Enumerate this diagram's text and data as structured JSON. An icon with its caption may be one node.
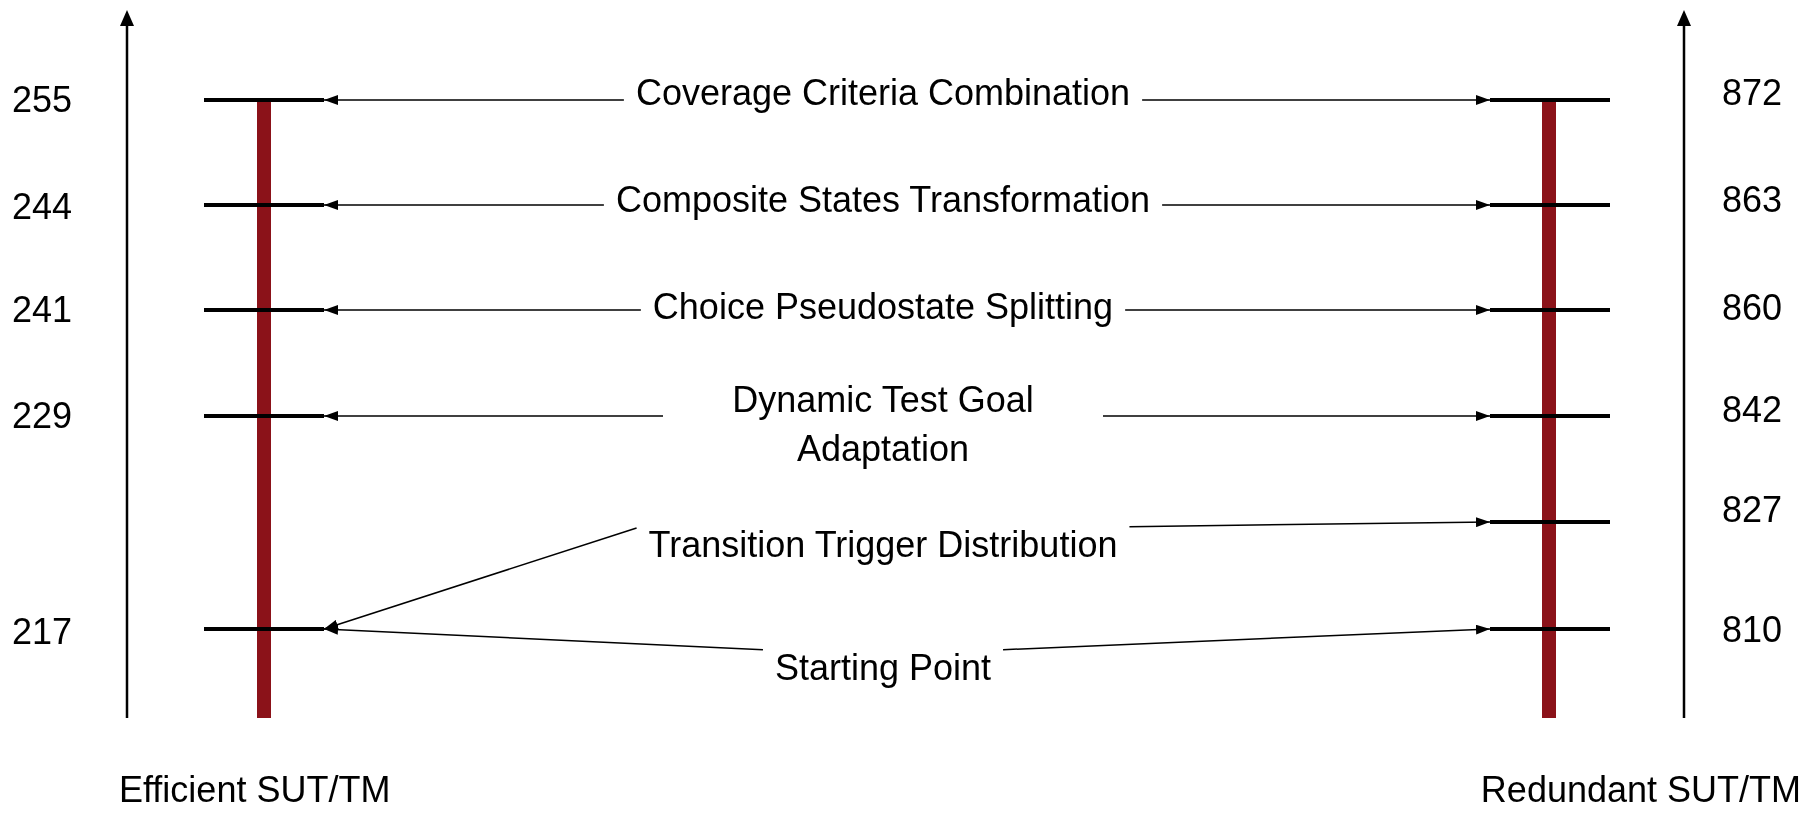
{
  "diagram": {
    "nodes": [
      {
        "text": [],
        "shape": "bar",
        "beside": [
          "255"
        ]
      },
      {
        "text": [],
        "shape": "bar",
        "beside": [
          "244"
        ]
      },
      {
        "text": [],
        "shape": "bar",
        "beside": [
          "241"
        ]
      },
      {
        "text": [],
        "shape": "bar",
        "beside": [
          "229"
        ]
      },
      {
        "text": [],
        "shape": "bar",
        "beside": [
          "217"
        ]
      },
      {
        "text": [
          "Coverage Criteria Combination"
        ]
      },
      {
        "text": [
          "Composite States Transformation"
        ]
      },
      {
        "text": [
          "Choice Pseudostate Splitting"
        ]
      },
      {
        "text": [
          "Dynamic Test Goal Adaptation"
        ]
      },
      {
        "text": [
          "Transition Trigger Distribution"
        ]
      },
      {
        "text": [
          "Starting Point"
        ]
      },
      {
        "text": [],
        "shape": "bar",
        "beside": [
          "872"
        ]
      },
      {
        "text": [],
        "shape": "bar",
        "beside": [
          "863"
        ]
      },
      {
        "text": [],
        "shape": "bar",
        "beside": [
          "860"
        ]
      },
      {
        "text": [],
        "shape": "bar",
        "beside": [
          "842"
        ]
      },
      {
        "text": [],
        "shape": "bar",
        "beside": [
          "827"
        ]
      },
      {
        "text": [],
        "shape": "bar",
        "beside": [
          "810"
        ]
      },
      {
        "text": [],
        "shape": "bar"
      },
      {
        "text": [],
        "shape": "bar"
      }
    ],
    "edges": [
      {
        "from": 5,
        "to": 0,
        "arrow": "to"
      },
      {
        "from": 5,
        "to": 11,
        "arrow": "to"
      },
      {
        "from": 6,
        "to": 1,
        "arrow": "to"
      },
      {
        "from": 6,
        "to": 12,
        "arrow": "to"
      },
      {
        "from": 7,
        "to": 2,
        "arrow": "to"
      },
      {
        "from": 7,
        "to": 13,
        "arrow": "to"
      },
      {
        "from": 8,
        "to": 3,
        "arrow": "to"
      },
      {
        "from": 8,
        "to": 14,
        "arrow": "to"
      },
      {
        "from": 9,
        "to": 4,
        "arrow": "to"
      },
      {
        "from": 9,
        "to": 15,
        "arrow": "to"
      },
      {
        "from": 10,
        "to": 4,
        "arrow": "to"
      },
      {
        "from": 10,
        "to": 16,
        "arrow": "to"
      }
    ],
    "labels": [
      "Efficient SUT/TM",
      "Redundant SUT/TM"
    ]
  }
}
